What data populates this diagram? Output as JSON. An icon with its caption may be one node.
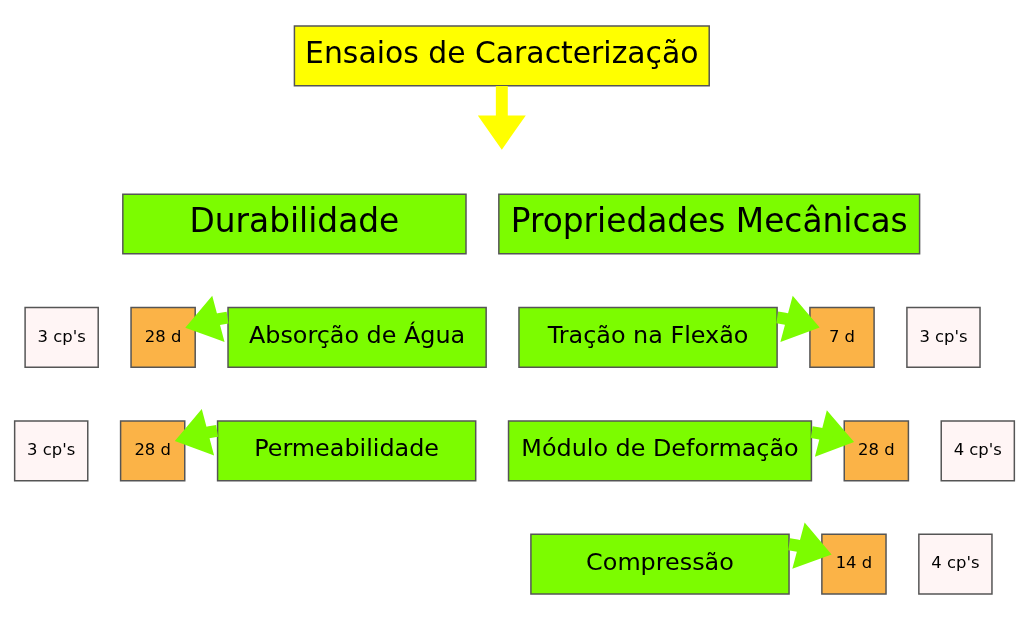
{
  "diagram": {
    "nodes": [
      {
        "text": [
          "Ensaios de Caracterização"
        ]
      },
      {
        "text": [
          "Durabilidade"
        ]
      },
      {
        "text": [
          "Propriedades Mecânicas"
        ]
      },
      {
        "text": [
          "Absorção de Água"
        ]
      },
      {
        "text": [
          "28 d"
        ]
      },
      {
        "text": [
          "3 cp's"
        ]
      },
      {
        "text": [
          "Permeabilidade"
        ]
      },
      {
        "text": [
          "28 d"
        ]
      },
      {
        "text": [
          "3 cp's"
        ]
      },
      {
        "text": [
          "Tração na Flexão"
        ]
      },
      {
        "text": [
          "7 d"
        ]
      },
      {
        "text": [
          "3 cp's"
        ]
      },
      {
        "text": [
          "Módulo de Deformação"
        ]
      },
      {
        "text": [
          "28 d"
        ]
      },
      {
        "text": [
          "4 cp's"
        ]
      },
      {
        "text": [
          "Compressão"
        ]
      },
      {
        "text": [
          "14 d"
        ]
      },
      {
        "text": [
          "4 cp's"
        ]
      }
    ],
    "edges": [
      {
        "from": 0,
        "to": null,
        "arrow": "to",
        "color": "#ffff00"
      },
      {
        "from": 3,
        "to": 4,
        "arrow": "to"
      },
      {
        "from": 6,
        "to": 7,
        "arrow": "to"
      },
      {
        "from": 9,
        "to": 10,
        "arrow": "to"
      },
      {
        "from": 12,
        "to": 13,
        "arrow": "to"
      },
      {
        "from": 15,
        "to": 16,
        "arrow": "to"
      }
    ]
  }
}
